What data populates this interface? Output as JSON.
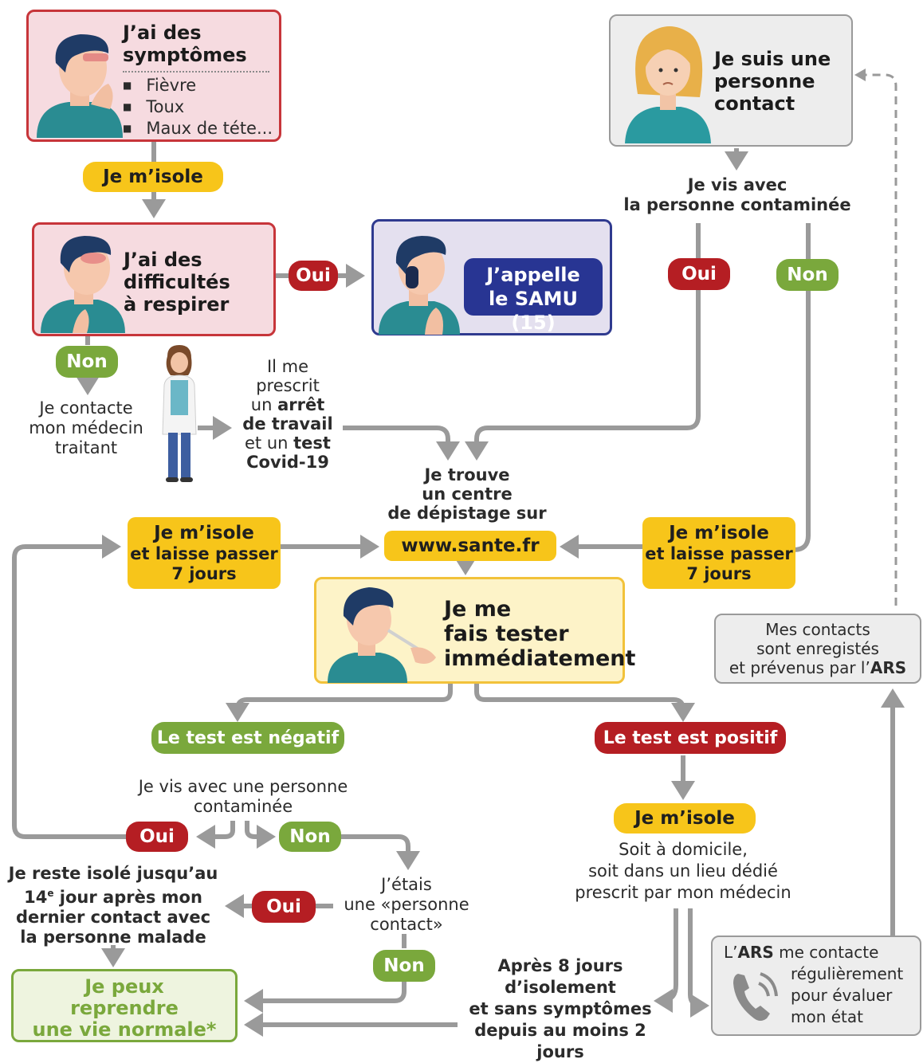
{
  "colors": {
    "red": "#b51e23",
    "green": "#7aa83c",
    "yellow": "#f7c51a",
    "navy": "#283593",
    "arrow": "#9a9a9a"
  },
  "symptoms": {
    "title_line1": "J’ai des",
    "title_line2": "symptômes",
    "items": [
      "Fièvre",
      "Toux",
      "Maux de téte..."
    ]
  },
  "isolate_top": "Je m’isole",
  "breathing": {
    "line1": "J’ai des",
    "line2": "difficultés",
    "line3": "à respirer"
  },
  "oui_samu": "Oui",
  "samu": {
    "line1": "J’appelle",
    "line2": "le SAMU (15)"
  },
  "non_doctor": "Non",
  "doctor_text": {
    "line1": "Je contacte",
    "line2": "mon médecin",
    "line3": "traitant"
  },
  "prescription": {
    "l1": "Il me",
    "l2": "prescrit",
    "l3a": "un ",
    "l3b": "arrêt",
    "l4": "de travail",
    "l5a": "et un ",
    "l5b": "test",
    "l6": "Covid-19"
  },
  "contact_person": {
    "line1": "Je suis une",
    "line2": "personne",
    "line3": "contact"
  },
  "live_with": {
    "line1": "Je vis avec",
    "line2": "la personne contaminée"
  },
  "oui_right": "Oui",
  "non_right": "Non",
  "center_find": {
    "line1": "Je trouve",
    "line2": "un centre",
    "line3": "de dépistage sur",
    "url": "www.sante.fr"
  },
  "isolate_wait_left": {
    "line1": "Je m’isole",
    "line2": "et laisse passer",
    "line3": "7 jours"
  },
  "isolate_wait_right": {
    "line1": "Je m’isole",
    "line2": "et laisse passer",
    "line3": "7 jours"
  },
  "test_now": {
    "line1": "Je me",
    "line2": "fais tester",
    "line3": "immédiatement"
  },
  "contacts_ars": {
    "line1": "Mes contacts",
    "line2": "sont enregistés",
    "line3a": "et prévenus par l’",
    "line3b": "ARS"
  },
  "negative": "Le test est négatif",
  "positive": "Le test est positif",
  "neg_question": {
    "line1": "Je vis avec une personne",
    "line2": "contaminée"
  },
  "oui_neg": "Oui",
  "non_neg": "Non",
  "stay_isolated": {
    "line1": "Je reste isolé jusqu’au",
    "line2a": "14",
    "line2sup": "e",
    "line2b": " jour après mon",
    "line3": "dernier contact avec",
    "line4": "la personne malade"
  },
  "was_contact": {
    "line1": "J’étais",
    "line2": "une «personne",
    "line3": "contact»"
  },
  "oui_contact": "Oui",
  "non_contact": "Non",
  "normal_life": {
    "line1": "Je peux",
    "line2": "reprendre",
    "line3": "une vie normale*"
  },
  "isolate_pos": "Je m’isole",
  "isolate_where": {
    "line1": "Soit à domicile,",
    "line2": "soit dans un lieu dédié",
    "line3": "prescrit par mon médecin"
  },
  "after8": {
    "line1": "Après 8 jours",
    "line2": "d’isolement",
    "line3": "et sans symptômes",
    "line4": "depuis au moins 2 jours"
  },
  "ars_calls": {
    "l1a": "L’",
    "l1b": "ARS",
    "l1c": " me contacte",
    "l2": "régulièrement",
    "l3": "pour évaluer",
    "l4": "mon état"
  }
}
